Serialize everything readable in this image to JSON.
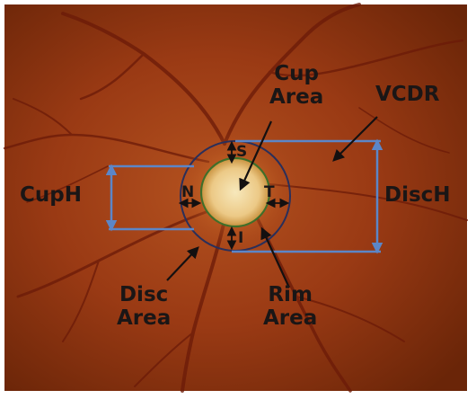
{
  "labels": {
    "cup_area_line1": "Cup",
    "cup_area_line2": "Area",
    "vcdr": "VCDR",
    "cup_h": "CupH",
    "disc_h": "DiscH",
    "disc_area_line1": "Disc",
    "disc_area_line2": "Area",
    "rim_area_line1": "Rim",
    "rim_area_line2": "Area",
    "sector_s": "S",
    "sector_n": "N",
    "sector_t": "T",
    "sector_i": "I"
  },
  "colors": {
    "fundus_base": "#9a3a14",
    "fundus_dark": "#5f1e08",
    "vessel": "#6b1a08",
    "bracket": "#5b86c8",
    "disc_circle": "#2a2f5a",
    "cup_circle": "#3f6f2a",
    "cup_center": "#f6e4b0",
    "cup_edge": "#d6a451",
    "annotation": "#141010"
  }
}
